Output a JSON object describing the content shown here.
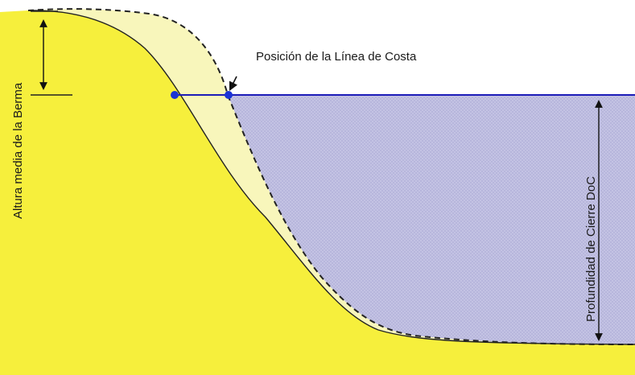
{
  "labels": {
    "shoreline_position": "Posición de la Línea de Costa",
    "berm_height": "Altura media de la Berma",
    "closure_depth": "Profundidad de Cierre DoC"
  },
  "colors": {
    "sand": "#f6ef3c",
    "sand_shift": "#f8f6bb",
    "water": "#b7b6dc",
    "water_dots": "#d7d6ef",
    "water_line": "#1c1cb8",
    "marker": "#1a33d6",
    "profile_line": "#222222",
    "arrow": "#111111"
  }
}
